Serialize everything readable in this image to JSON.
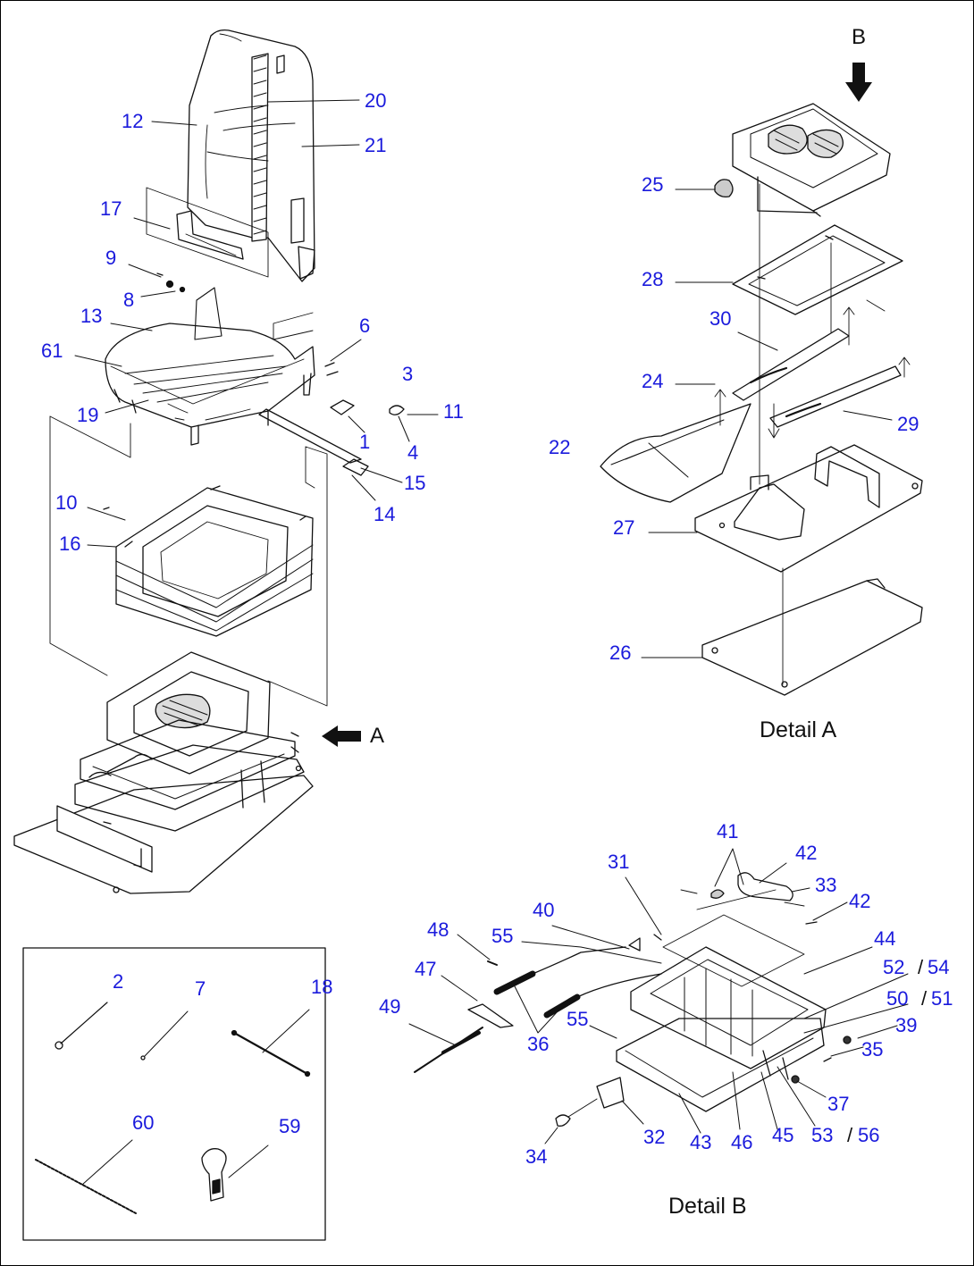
{
  "labels": {
    "p1": "1",
    "p2": "2",
    "p3": "3",
    "p4": "4",
    "p6": "6",
    "p7": "7",
    "p8": "8",
    "p9": "9",
    "p10": "10",
    "p11": "11",
    "p12": "12",
    "p13": "13",
    "p14": "14",
    "p15": "15",
    "p16": "16",
    "p17": "17",
    "p18": "18",
    "p19": "19",
    "p20": "20",
    "p21": "21",
    "p22": "22",
    "p24": "24",
    "p25": "25",
    "p26": "26",
    "p27": "27",
    "p28": "28",
    "p29": "29",
    "p30": "30",
    "p31": "31",
    "p32": "32",
    "p33": "33",
    "p34": "34",
    "p35": "35",
    "p36a": "36",
    "p37": "37",
    "p39": "39",
    "p40": "40",
    "p41": "41",
    "p42a": "42",
    "p42b": "42",
    "p43": "43",
    "p44": "44",
    "p45": "45",
    "p46": "46",
    "p47": "47",
    "p48": "48",
    "p49": "49",
    "p50": "50",
    "p51": "51",
    "p52": "52",
    "p53": "53",
    "p54": "54",
    "p55a": "55",
    "p55b": "55",
    "p56": "56",
    "p59": "59",
    "p60": "60",
    "p61": "61"
  },
  "view_markers": {
    "a": "A",
    "b": "B"
  },
  "captions": {
    "detail_a": "Detail A",
    "detail_b": "Detail B"
  },
  "colors": {
    "label": "#1a1adc",
    "line": "#111111"
  }
}
